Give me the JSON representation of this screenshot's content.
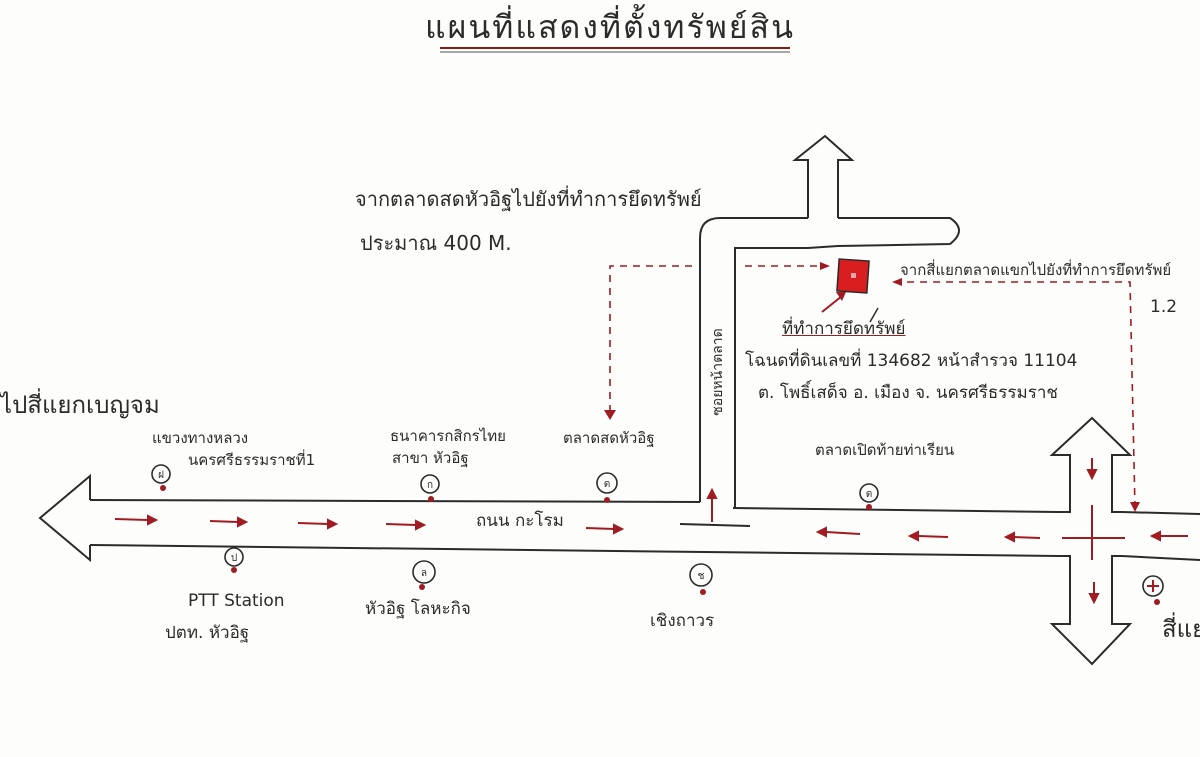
{
  "map": {
    "title": "แผนที่แสดงที่ตั้งทรัพย์สิน",
    "route_note": {
      "line1": "จากตลาดสดหัวอิฐไปยังที่ทำการยึดทรัพย์",
      "line2": "ประมาณ 400 M."
    },
    "junction_note": "จากสี่แยกตลาดแขกไปยังที่ทำการยึดทรัพย์",
    "junction_distance": "1.2",
    "office": {
      "label": "ที่ทำการยึดทรัพย์",
      "deed": "โฉนดที่ดินเลขที่ 134682 หน้าสำรวจ 11104",
      "address": "ต. โพธิ์เสด็จ อ. เมือง จ. นครศรีธรรมราช"
    },
    "side_road": "ซอยหน้าตลาด",
    "main_road": "ถนน กะโรม",
    "left_direction": "ไปสี่แยกเบญจม",
    "right_direction": "สี่แยก",
    "places_north": [
      {
        "name": "แขวงทางหลวง นครศรีธรรมราชที่1",
        "line1": "แขวงทางหลวง",
        "line2": "นครศรีธรรมราชที่1"
      },
      {
        "name": "ธนาคารกสิกรไทย สาขา หัวอิฐ",
        "line1": "ธนาคารกสิกรไทย",
        "line2": "สาขา หัวอิฐ"
      },
      {
        "name": "ตลาดสดหัวอิฐ",
        "line1": "ตลาดสดหัวอิฐ",
        "line2": ""
      },
      {
        "name": "ตลาดเปิดท้ายท่าเรียน",
        "line1": "ตลาดเปิดท้ายท่าเรียน",
        "line2": ""
      }
    ],
    "places_south": [
      {
        "name": "PTT Station",
        "line1": "PTT Station",
        "line2": "ปตท. หัวอิฐ"
      },
      {
        "name": "หัวอิฐ โลหะกิจ",
        "line1": "หัวอิฐ  โลหะกิจ",
        "line2": ""
      },
      {
        "name": "เชิงถาวร",
        "line1": "เชิงถาวร",
        "line2": ""
      }
    ],
    "colors": {
      "ink": "#2b2b2b",
      "accent": "#a01c22",
      "property_fill": "#d81e1e",
      "paper": "#fdfdfb"
    }
  }
}
